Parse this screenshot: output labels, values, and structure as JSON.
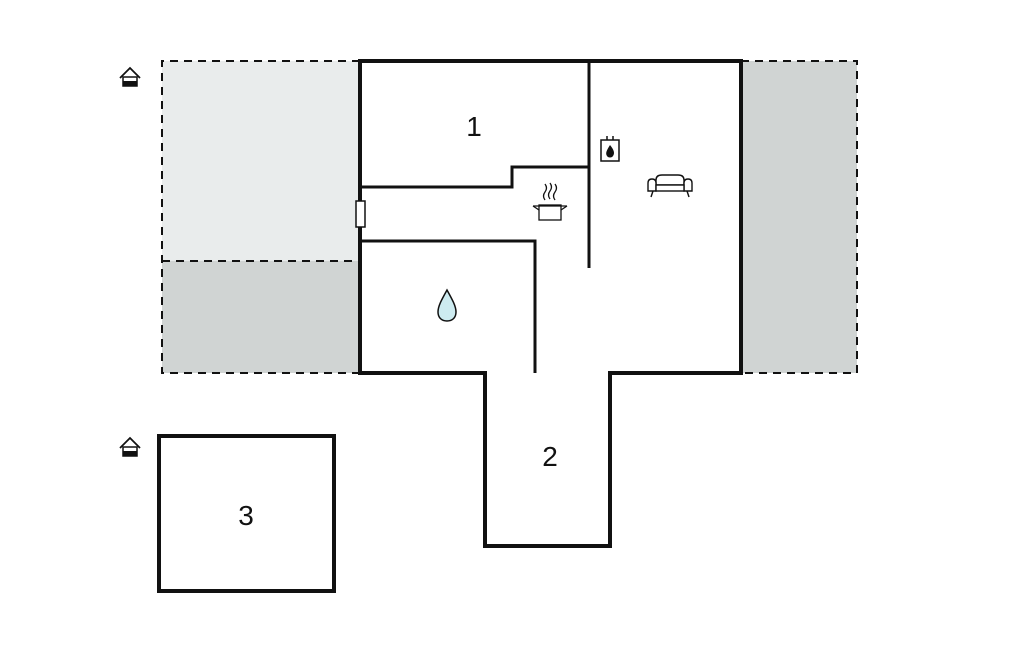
{
  "rooms": {
    "room1": "1",
    "room2": "2",
    "room3": "3"
  },
  "icons": {
    "house_level": "house-level-icon",
    "fireplace": "fireplace-icon",
    "sofa": "sofa-icon",
    "cooking_pot": "cooking-pot-icon",
    "water_drop": "water-drop-icon"
  },
  "colors": {
    "wall": "#111111",
    "terrace_light": "#e9ecec",
    "terrace_dark": "#d0d4d3",
    "water": "#cdebf0"
  }
}
